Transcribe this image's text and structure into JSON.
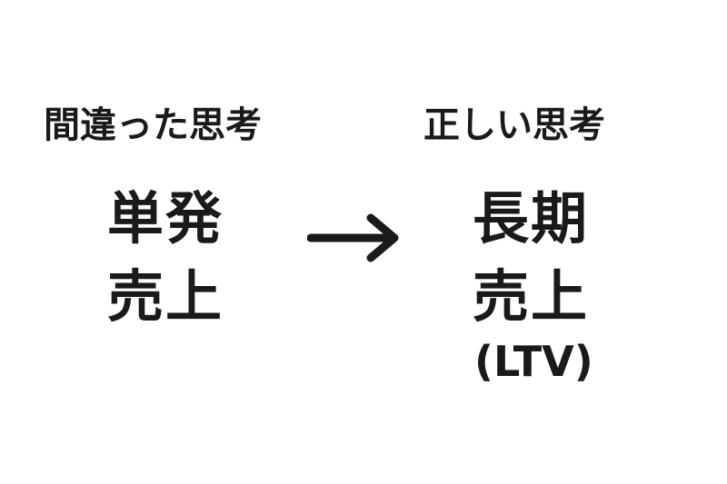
{
  "colors": {
    "background": "#ffffff",
    "text": "#1a1a1a"
  },
  "left": {
    "heading": "間違った思考",
    "line1": "単発",
    "line2": "売上"
  },
  "right": {
    "heading": "正しい思考",
    "line1": "長期",
    "line2": "売上",
    "line3": "(LTV)"
  },
  "arrow": {
    "icon": "right-arrow-icon"
  }
}
